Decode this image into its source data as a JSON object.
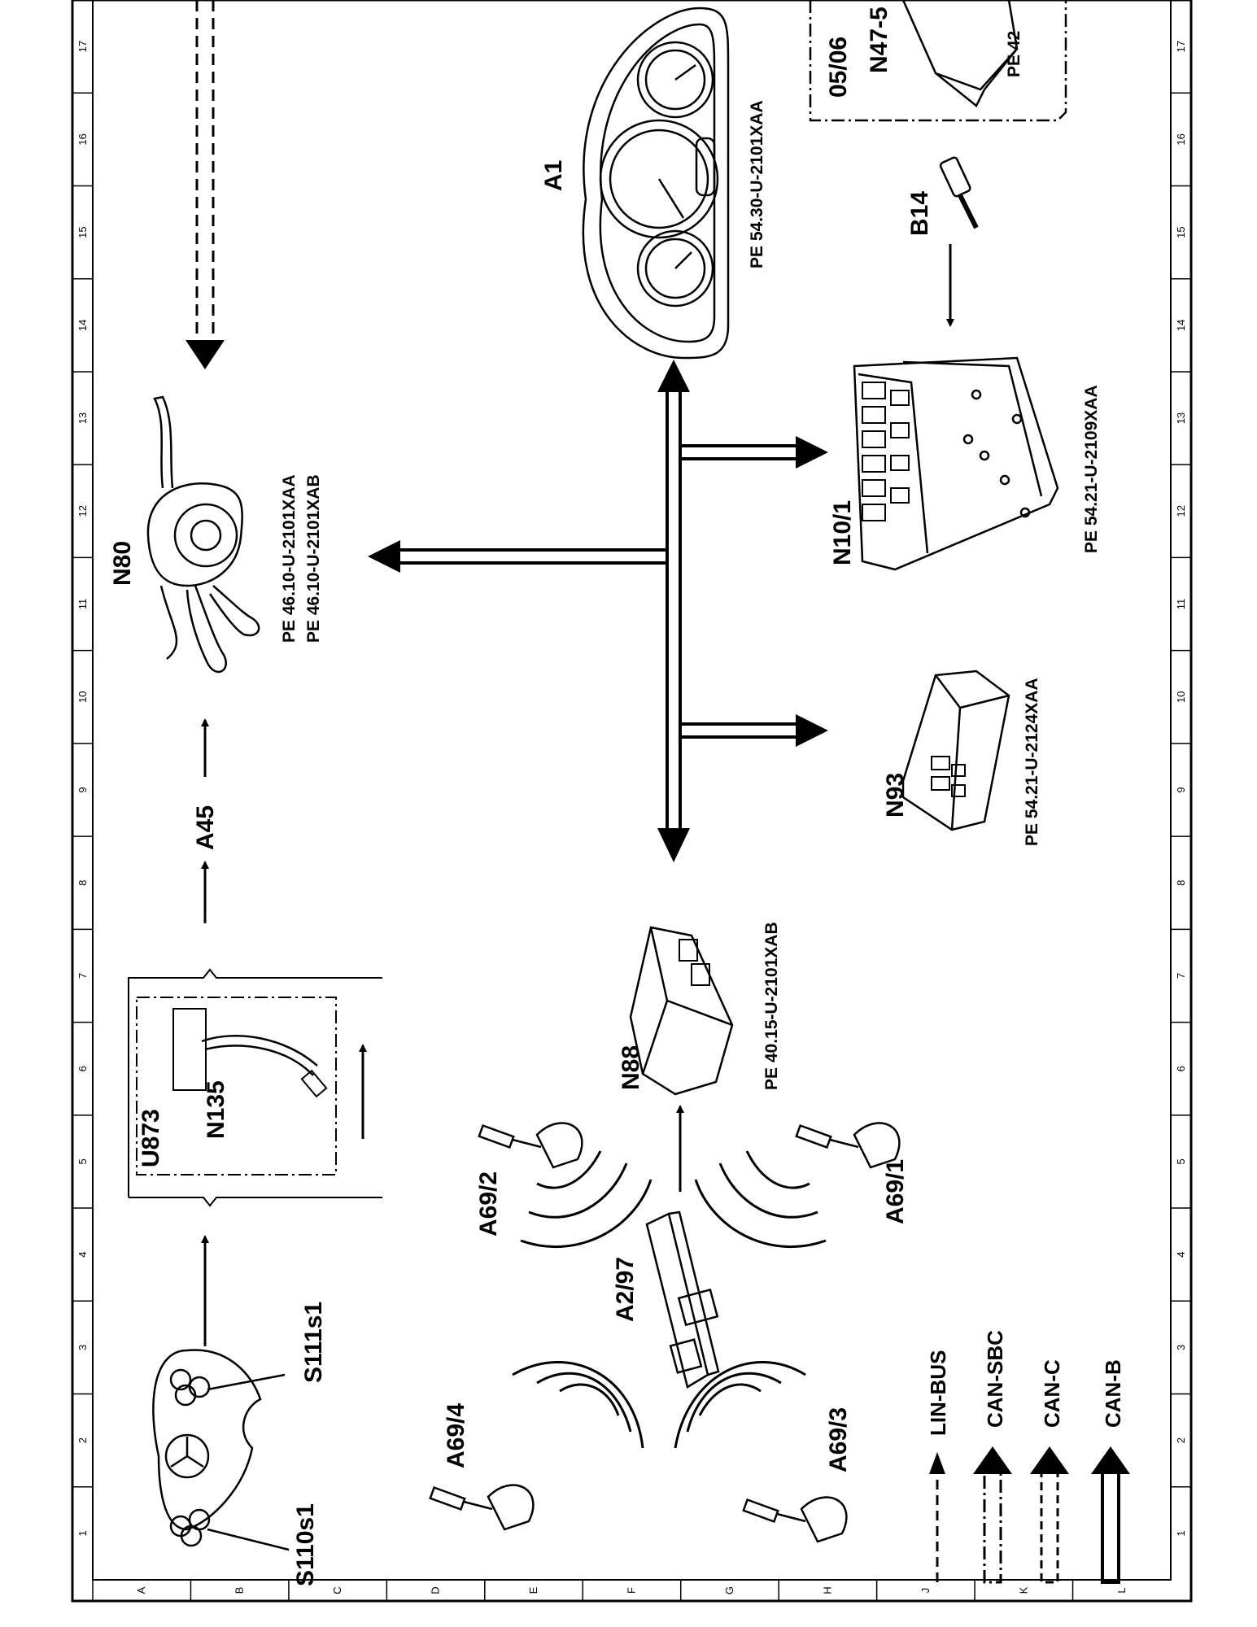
{
  "diagram": {
    "components": [
      {
        "id": "s110s1",
        "code": "S110s1"
      },
      {
        "id": "s111s1",
        "code": "S111s1"
      },
      {
        "id": "u873",
        "code": "U873"
      },
      {
        "id": "n135",
        "code": "N135"
      },
      {
        "id": "a45",
        "code": "A45"
      },
      {
        "id": "n80",
        "code": "N80",
        "refs": [
          "PE  46.10-U-2101XAA",
          "PE  46.10-U-2101XAB"
        ]
      },
      {
        "id": "a1",
        "code": "A1",
        "refs": [
          "PE  54.30-U-2101XAA"
        ]
      },
      {
        "id": "n47-5",
        "code": "N47-5",
        "refs": [
          "PE  42"
        ]
      },
      {
        "id": "date",
        "code": "05/06"
      },
      {
        "id": "b14",
        "code": "B14"
      },
      {
        "id": "n10-1",
        "code": "N10/1",
        "refs": [
          "PE  54.21-U-2109XAA"
        ]
      },
      {
        "id": "n93",
        "code": "N93",
        "refs": [
          "PE  54.21-U-2124XAA"
        ]
      },
      {
        "id": "n88",
        "code": "N88",
        "refs": [
          "PE  40.15-U-2101XAB"
        ]
      },
      {
        "id": "a2-97",
        "code": "A2/97"
      },
      {
        "id": "a69-1",
        "code": "A69/1"
      },
      {
        "id": "a69-2",
        "code": "A69/2"
      },
      {
        "id": "a69-3",
        "code": "A69/3"
      },
      {
        "id": "a69-4",
        "code": "A69/4"
      }
    ],
    "legend": [
      {
        "label": "LIN-BUS",
        "style": "lin"
      },
      {
        "label": "CAN-SBC",
        "style": "can-sbc"
      },
      {
        "label": "CAN-C",
        "style": "can-c"
      },
      {
        "label": "CAN-B",
        "style": "can-b"
      }
    ],
    "grid": {
      "numbers": [
        "1",
        "2",
        "3",
        "4",
        "5",
        "6",
        "7",
        "8",
        "9",
        "10",
        "11",
        "12",
        "13",
        "14",
        "15",
        "16",
        "17"
      ],
      "letters": [
        "A",
        "B",
        "C",
        "D",
        "E",
        "F",
        "G",
        "H",
        "J",
        "K",
        "L"
      ]
    }
  }
}
